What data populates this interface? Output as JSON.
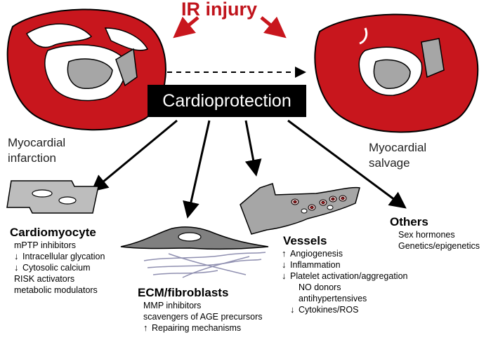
{
  "title": "IR injury",
  "center_box": "Cardioprotection",
  "left_label": [
    "Myocardial",
    "infarction"
  ],
  "right_label": [
    "Myocardial",
    "salvage"
  ],
  "colors": {
    "red": "#c8161d",
    "title": "#c0141c",
    "grey": "#a6a6a6"
  },
  "groups": {
    "cardiomyocyte": {
      "heading": "Cardiomyocyte",
      "items": [
        {
          "arrow": "",
          "text": "mPTP inhibitors"
        },
        {
          "arrow": "↓",
          "text": "Intracellular glycation"
        },
        {
          "arrow": "↓",
          "text": "Cytosolic calcium"
        },
        {
          "arrow": "",
          "text": "RISK activators"
        },
        {
          "arrow": "",
          "text": "metabolic modulators"
        }
      ]
    },
    "ecm": {
      "heading": "ECM/fibroblasts",
      "items": [
        {
          "arrow": "",
          "text": "MMP inhibitors"
        },
        {
          "arrow": "",
          "text": "scavengers of AGE precursors"
        },
        {
          "arrow": "↑",
          "text": "Repairing mechanisms"
        }
      ]
    },
    "vessels": {
      "heading": "Vessels",
      "items": [
        {
          "arrow": "↑",
          "text": "Angiogenesis"
        },
        {
          "arrow": "↓",
          "text": "Inflammation"
        },
        {
          "arrow": "↓",
          "text": "Platelet activation/aggregation"
        },
        {
          "arrow": "",
          "text": "NO donors"
        },
        {
          "arrow": "",
          "text": "antihypertensives"
        },
        {
          "arrow": "↓",
          "text": "Cytokines/ROS"
        }
      ]
    },
    "others": {
      "heading": "Others",
      "items": [
        {
          "arrow": "",
          "text": "Sex hormones"
        },
        {
          "arrow": "",
          "text": "Genetics/epigenetics"
        }
      ]
    }
  }
}
